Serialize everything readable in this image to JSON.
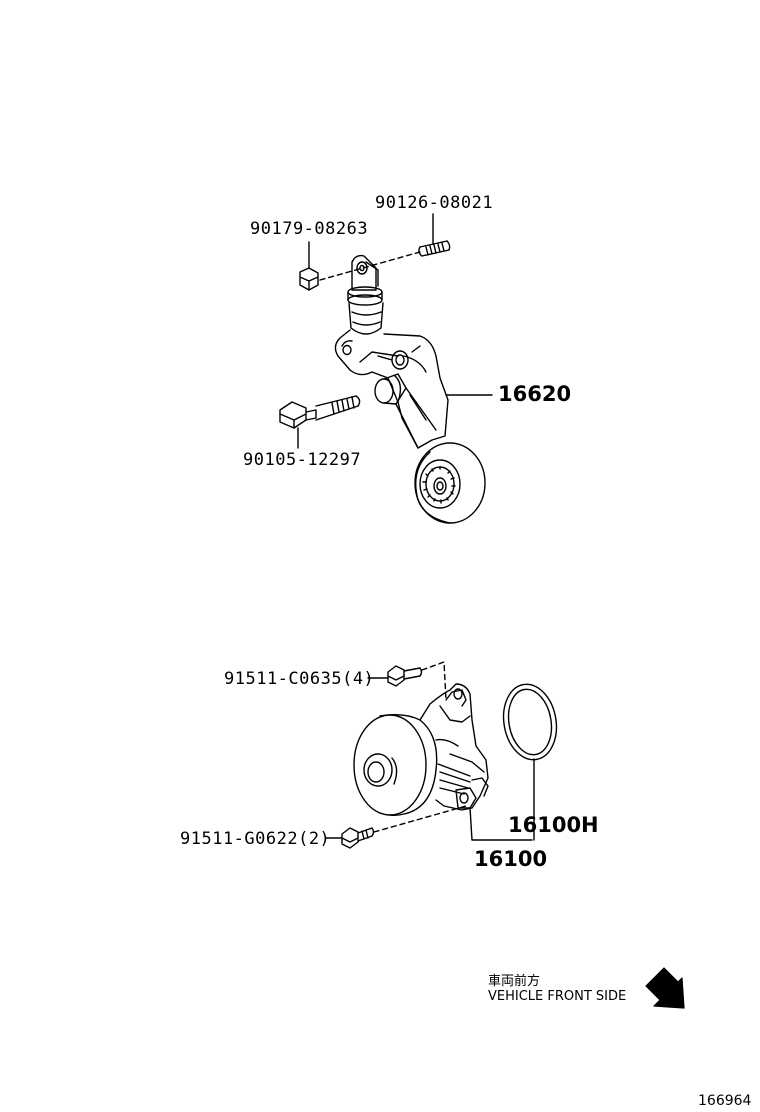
{
  "labels": {
    "nut_upper": "90179-08263",
    "stud": "90126-08021",
    "tensioner": "16620",
    "bolt_tensioner": "90105-12297",
    "bolt_pump_upper": "91511-C0635(4)",
    "bolt_pump_lower": "91511-G0622(2)",
    "gasket": "16100H",
    "water_pump": "16100"
  },
  "direction": {
    "jp": "車両前方",
    "en": "VEHICLE FRONT SIDE"
  },
  "figure_number": "166964"
}
